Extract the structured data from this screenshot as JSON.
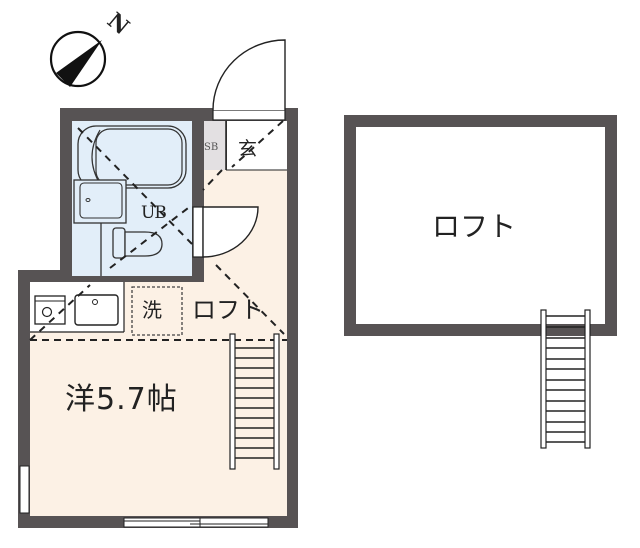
{
  "floorplan": {
    "compass": {
      "north_label": "N",
      "icon": "compass-north-arrow-icon"
    },
    "main_floor": {
      "room_label": "洋5.7帖",
      "room_type": "洋",
      "room_size_jo": "5.7",
      "loft_area_label": "ロフト",
      "washer_label": "洗",
      "unit_bath_label": "UB",
      "shoe_box_label": "SB",
      "entrance_label": "玄"
    },
    "loft_floor": {
      "room_label": "ロフト"
    },
    "colors": {
      "wall": "#575354",
      "room_floor": "#fcf1e5",
      "bath_floor": "#e2eef9",
      "shoe_box": "#e3e0e2",
      "entrance_floor": "#ffffff",
      "line": "#222222"
    }
  }
}
